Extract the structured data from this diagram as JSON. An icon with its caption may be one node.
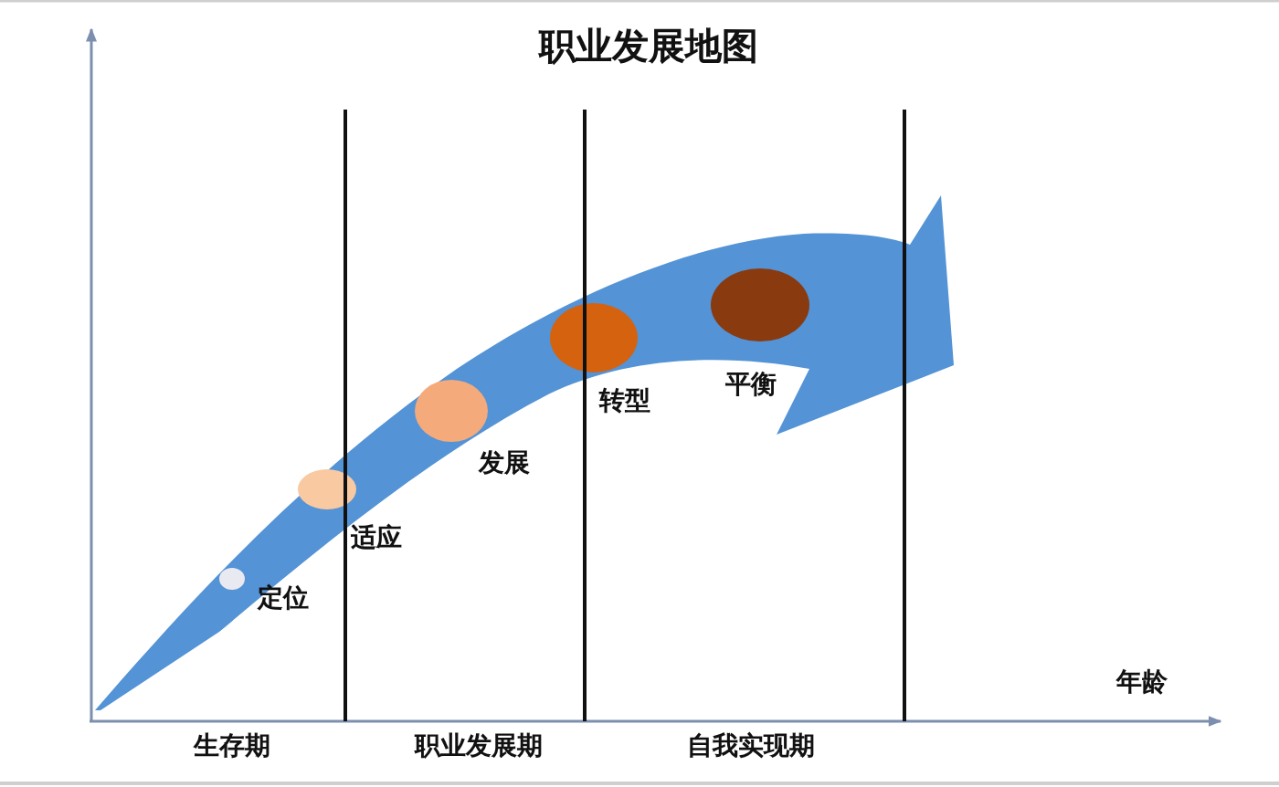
{
  "diagram": {
    "title": "职业发展地图",
    "nodes": [
      {
        "text": [],
        "shape": "circle",
        "beside": [
          "定位"
        ]
      },
      {
        "text": [],
        "shape": "circle",
        "beside": [
          "适应"
        ]
      },
      {
        "text": [],
        "shape": "circle",
        "beside": [
          "发展"
        ]
      },
      {
        "text": [],
        "shape": "circle",
        "beside": [
          "转型"
        ]
      },
      {
        "text": [],
        "shape": "circle",
        "beside": [
          "平衡"
        ]
      }
    ],
    "labels": [
      "年龄",
      "生存期",
      "职业发展期",
      "自我实现期"
    ]
  }
}
